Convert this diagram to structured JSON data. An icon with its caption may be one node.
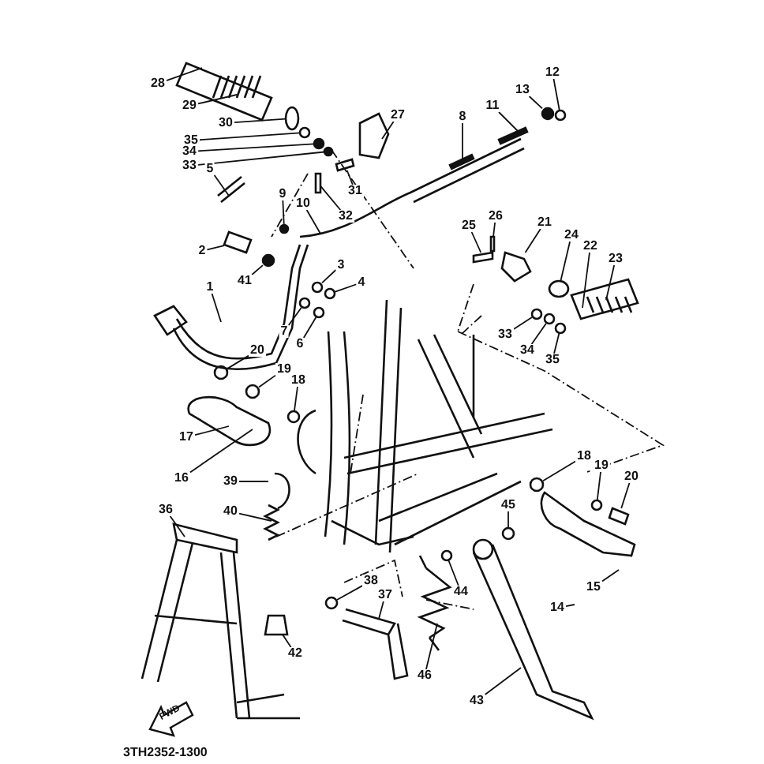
{
  "diagram": {
    "nodes": [
      {
        "text": [
          "28"
        ]
      },
      {
        "text": [
          "29"
        ]
      },
      {
        "text": [
          "30"
        ]
      },
      {
        "text": [
          "35"
        ]
      },
      {
        "text": [
          "34"
        ]
      },
      {
        "text": [
          "33"
        ]
      },
      {
        "text": [
          "31"
        ]
      },
      {
        "text": [
          "32"
        ]
      },
      {
        "text": [
          "27"
        ]
      },
      {
        "text": [
          "8"
        ]
      },
      {
        "text": [
          "11"
        ]
      },
      {
        "text": [
          "13"
        ]
      },
      {
        "text": [
          "12"
        ]
      },
      {
        "text": [
          "5"
        ]
      },
      {
        "text": [
          "9"
        ]
      },
      {
        "text": [
          "10"
        ]
      },
      {
        "text": [
          "2"
        ]
      },
      {
        "text": [
          "41"
        ]
      },
      {
        "text": [
          "1"
        ]
      },
      {
        "text": [
          "3"
        ]
      },
      {
        "text": [
          "4"
        ]
      },
      {
        "text": [
          "7"
        ]
      },
      {
        "text": [
          "6"
        ]
      },
      {
        "text": [
          "20"
        ]
      },
      {
        "text": [
          "19"
        ]
      },
      {
        "text": [
          "18"
        ]
      },
      {
        "text": [
          "17"
        ]
      },
      {
        "text": [
          "16"
        ]
      },
      {
        "text": [
          "39"
        ]
      },
      {
        "text": [
          "40"
        ]
      },
      {
        "text": [
          "36"
        ]
      },
      {
        "text": [
          "42"
        ]
      },
      {
        "text": [
          "38"
        ]
      },
      {
        "text": [
          "37"
        ]
      },
      {
        "text": [
          "25"
        ]
      },
      {
        "text": [
          "26"
        ]
      },
      {
        "text": [
          "21"
        ]
      },
      {
        "text": [
          "24"
        ]
      },
      {
        "text": [
          "22"
        ]
      },
      {
        "text": [
          "23"
        ]
      },
      {
        "text": [
          "33"
        ]
      },
      {
        "text": [
          "34"
        ]
      },
      {
        "text": [
          "35"
        ]
      },
      {
        "text": [
          "18"
        ]
      },
      {
        "text": [
          "19"
        ]
      },
      {
        "text": [
          "20"
        ]
      },
      {
        "text": [
          "45"
        ]
      },
      {
        "text": [
          "44"
        ]
      },
      {
        "text": [
          "46"
        ]
      },
      {
        "text": [
          "43"
        ]
      },
      {
        "text": [
          "15"
        ]
      },
      {
        "text": [
          "14"
        ]
      },
      {
        "text": [],
        "shape": "circle"
      },
      {
        "text": [],
        "shape": "circle"
      },
      {
        "text": [],
        "shape": "circle"
      },
      {
        "text": [],
        "shape": "circle"
      },
      {
        "text": [],
        "shape": "bar"
      },
      {
        "text": [],
        "shape": "circle"
      },
      {
        "text": [],
        "shape": "circle"
      },
      {
        "text": [],
        "shape": "circle"
      },
      {
        "text": [],
        "shape": "box"
      },
      {
        "text": [],
        "shape": "circle"
      },
      {
        "text": [],
        "shape": "circle"
      },
      {
        "text": [],
        "shape": "circle"
      },
      {
        "text": [],
        "shape": "circle"
      },
      {
        "text": [],
        "shape": "circle"
      },
      {
        "text": [],
        "shape": "circle"
      },
      {
        "text": [],
        "shape": "circle"
      },
      {
        "text": [],
        "shape": "circle"
      },
      {
        "text": [],
        "shape": "box"
      },
      {
        "text": [],
        "shape": "circle"
      },
      {
        "text": [],
        "shape": "bar"
      },
      {
        "text": [],
        "shape": "bar"
      },
      {
        "text": [],
        "shape": "circle"
      },
      {
        "text": [],
        "shape": "circle"
      },
      {
        "text": [],
        "shape": "circle"
      },
      {
        "text": [],
        "shape": "circle"
      },
      {
        "text": [],
        "shape": "circle"
      },
      {
        "text": [],
        "shape": "circle"
      },
      {
        "text": [],
        "shape": "box"
      },
      {
        "text": [],
        "shape": "circle"
      },
      {
        "text": [],
        "shape": "circle"
      },
      {
        "text": [],
        "shape": "bar"
      },
      {
        "text": [],
        "shape": "box"
      }
    ],
    "edges": [
      {
        "from": 0,
        "to": null,
        "arrow": "none"
      },
      {
        "from": 1,
        "to": null,
        "arrow": "none"
      },
      {
        "from": 2,
        "to": 52,
        "arrow": "none"
      },
      {
        "from": 3,
        "to": 53,
        "arrow": "none"
      },
      {
        "from": 4,
        "to": 54,
        "arrow": "none"
      },
      {
        "from": 5,
        "to": 55,
        "arrow": "none"
      },
      {
        "from": 6,
        "to": 82,
        "arrow": "none"
      },
      {
        "from": 7,
        "to": 56,
        "arrow": "none"
      },
      {
        "from": 8,
        "to": null,
        "arrow": "none"
      },
      {
        "from": 9,
        "to": null,
        "arrow": "none"
      },
      {
        "from": 10,
        "to": null,
        "arrow": "none"
      },
      {
        "from": 11,
        "to": 57,
        "arrow": "none"
      },
      {
        "from": 12,
        "to": 58,
        "arrow": "none"
      },
      {
        "from": 13,
        "to": null,
        "arrow": "none"
      },
      {
        "from": 14,
        "to": 59,
        "arrow": "none"
      },
      {
        "from": 15,
        "to": null,
        "arrow": "none"
      },
      {
        "from": 16,
        "to": 60,
        "arrow": "none"
      },
      {
        "from": 17,
        "to": 61,
        "arrow": "none"
      },
      {
        "from": 18,
        "to": null,
        "arrow": "none"
      },
      {
        "from": 19,
        "to": 62,
        "arrow": "none"
      },
      {
        "from": 20,
        "to": 63,
        "arrow": "none"
      },
      {
        "from": 21,
        "to": 64,
        "arrow": "none"
      },
      {
        "from": 22,
        "to": 65,
        "arrow": "none"
      },
      {
        "from": 23,
        "to": 66,
        "arrow": "none"
      },
      {
        "from": 24,
        "to": 67,
        "arrow": "none"
      },
      {
        "from": 25,
        "to": 68,
        "arrow": "none"
      },
      {
        "from": 26,
        "to": null,
        "arrow": "none"
      },
      {
        "from": 27,
        "to": null,
        "arrow": "none"
      },
      {
        "from": 28,
        "to": null,
        "arrow": "none"
      },
      {
        "from": 29,
        "to": null,
        "arrow": "none"
      },
      {
        "from": 30,
        "to": null,
        "arrow": "none"
      },
      {
        "from": 31,
        "to": 69,
        "arrow": "none"
      },
      {
        "from": 32,
        "to": 70,
        "arrow": "none"
      },
      {
        "from": 33,
        "to": null,
        "arrow": "none"
      },
      {
        "from": 34,
        "to": 71,
        "arrow": "none"
      },
      {
        "from": 35,
        "to": 72,
        "arrow": "none"
      },
      {
        "from": 36,
        "to": 83,
        "arrow": "none"
      },
      {
        "from": 37,
        "to": 73,
        "arrow": "none"
      },
      {
        "from": 38,
        "to": null,
        "arrow": "none"
      },
      {
        "from": 39,
        "to": null,
        "arrow": "none"
      },
      {
        "from": 40,
        "to": 74,
        "arrow": "none"
      },
      {
        "from": 41,
        "to": 75,
        "arrow": "none"
      },
      {
        "from": 42,
        "to": 76,
        "arrow": "none"
      },
      {
        "from": 43,
        "to": 77,
        "arrow": "none"
      },
      {
        "from": 44,
        "to": 78,
        "arrow": "none"
      },
      {
        "from": 45,
        "to": 79,
        "arrow": "none"
      },
      {
        "from": 46,
        "to": 80,
        "arrow": "none"
      },
      {
        "from": 47,
        "to": 81,
        "arrow": "none"
      },
      {
        "from": 48,
        "to": null,
        "arrow": "none"
      },
      {
        "from": 49,
        "to": null,
        "arrow": "none"
      },
      {
        "from": 50,
        "to": null,
        "arrow": "none"
      },
      {
        "from": 51,
        "to": null,
        "arrow": "none"
      }
    ],
    "labels": [
      "FWD",
      "3TH2352-1300"
    ]
  }
}
